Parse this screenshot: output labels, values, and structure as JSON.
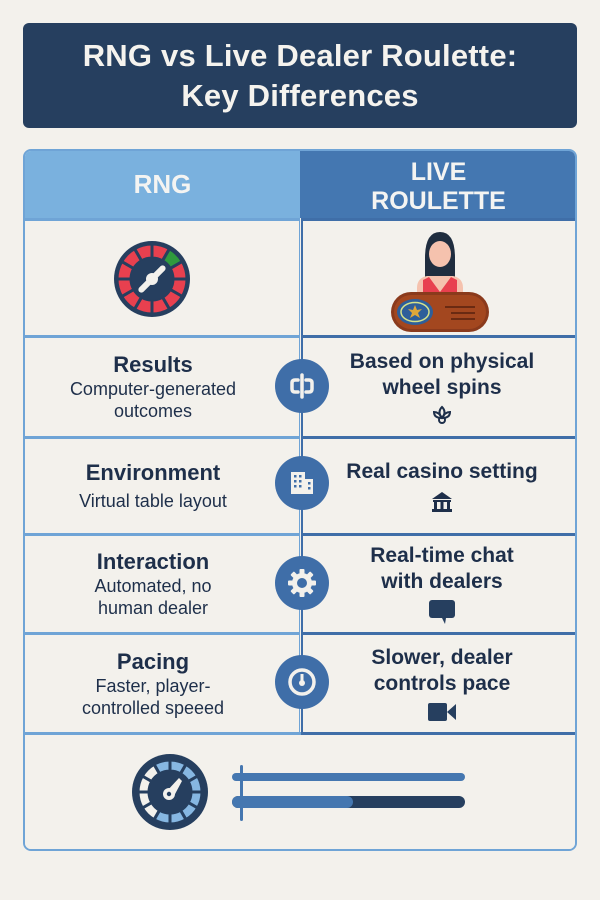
{
  "title": {
    "line1": "RNG vs Live Dealer Roulette:",
    "line2": "Key Differences"
  },
  "header": {
    "left": "RNG",
    "right_line1": "LIVE",
    "right_line2": "ROULETTE"
  },
  "hero": {
    "left_icon": "roulette-wheel-icon",
    "right_icon": "live-dealer-table-icon"
  },
  "rows": [
    {
      "feature": "Results",
      "rng_desc_line1": "Computer-generated",
      "rng_desc_line2": "outcomes",
      "center_icon": "link-icon",
      "live_line1": "Based on physical",
      "live_line2": "wheel spins",
      "live_icon": "lotus-icon"
    },
    {
      "feature": "Environment",
      "rng_desc_line1": "Virtual table layout",
      "rng_desc_line2": "",
      "center_icon": "building-icon",
      "live_line1": "Real casino setting",
      "live_line2": "",
      "live_icon": "bank-icon"
    },
    {
      "feature": "Interaction",
      "rng_desc_line1": "Automated, no",
      "rng_desc_line2": "human dealer",
      "center_icon": "gear-icon",
      "live_line1": "Real-time chat",
      "live_line2": "with dealers",
      "live_icon": "chat-bubble-icon"
    },
    {
      "feature": "Pacing",
      "rng_desc_line1": "Faster, player-",
      "rng_desc_line2": "controlled speeed",
      "center_icon": "timer-icon",
      "live_line1": "Slower, dealer",
      "live_line2": "controls pace",
      "live_icon": "video-camera-icon"
    }
  ],
  "footer": {
    "icon": "speedometer-icon",
    "bars": [
      {
        "fill_percent": 100,
        "fill_color": "#4577b0",
        "track_color": "#4577b0"
      },
      {
        "fill_percent": 52,
        "fill_color": "#4577b0",
        "track_color": "#263f5f"
      }
    ]
  },
  "colors": {
    "background": "#f3f1ec",
    "title_bg": "#263f5f",
    "rng_header": "#7ab1de",
    "live_header": "#4477b1",
    "accent": "#3f6ea8",
    "text": "#1e2f4a",
    "roulette_red": "#e8404f",
    "roulette_green": "#2f9a3e"
  }
}
